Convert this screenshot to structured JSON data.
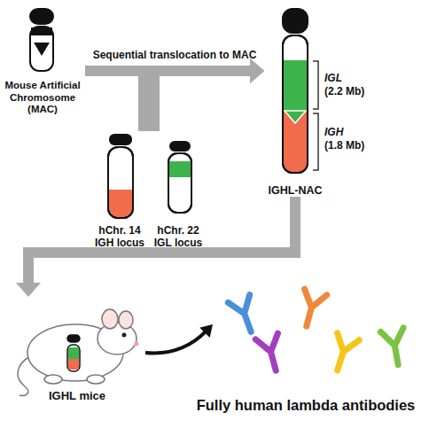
{
  "diagram": {
    "nodes": [
      {
        "text": [
          "Mouse Artificial Chromosome (MAC)"
        ]
      },
      {
        "text": [
          "hChr. 14",
          "IGH locus"
        ]
      },
      {
        "text": [
          "hChr. 22",
          "IGL locus"
        ]
      },
      {
        "text": [
          "IGHL-NAC"
        ]
      },
      {
        "text": [
          "IGHL mice"
        ]
      },
      {
        "text": [
          "Fully human lambda antibodies"
        ]
      }
    ],
    "edges": [
      {
        "from": 0,
        "to": 3,
        "label": "Sequential translocation to MAC",
        "arrow": "to"
      },
      {
        "from": 1,
        "to": 3,
        "arrow": "to"
      },
      {
        "from": 2,
        "to": 3,
        "arrow": "to"
      },
      {
        "from": 3,
        "to": 4,
        "arrow": "to"
      },
      {
        "from": 4,
        "to": 5,
        "arrow": "to"
      }
    ],
    "labels": [
      "IGL",
      "(2.2 Mb)",
      "IGH",
      "(1.8 Mb)"
    ]
  }
}
